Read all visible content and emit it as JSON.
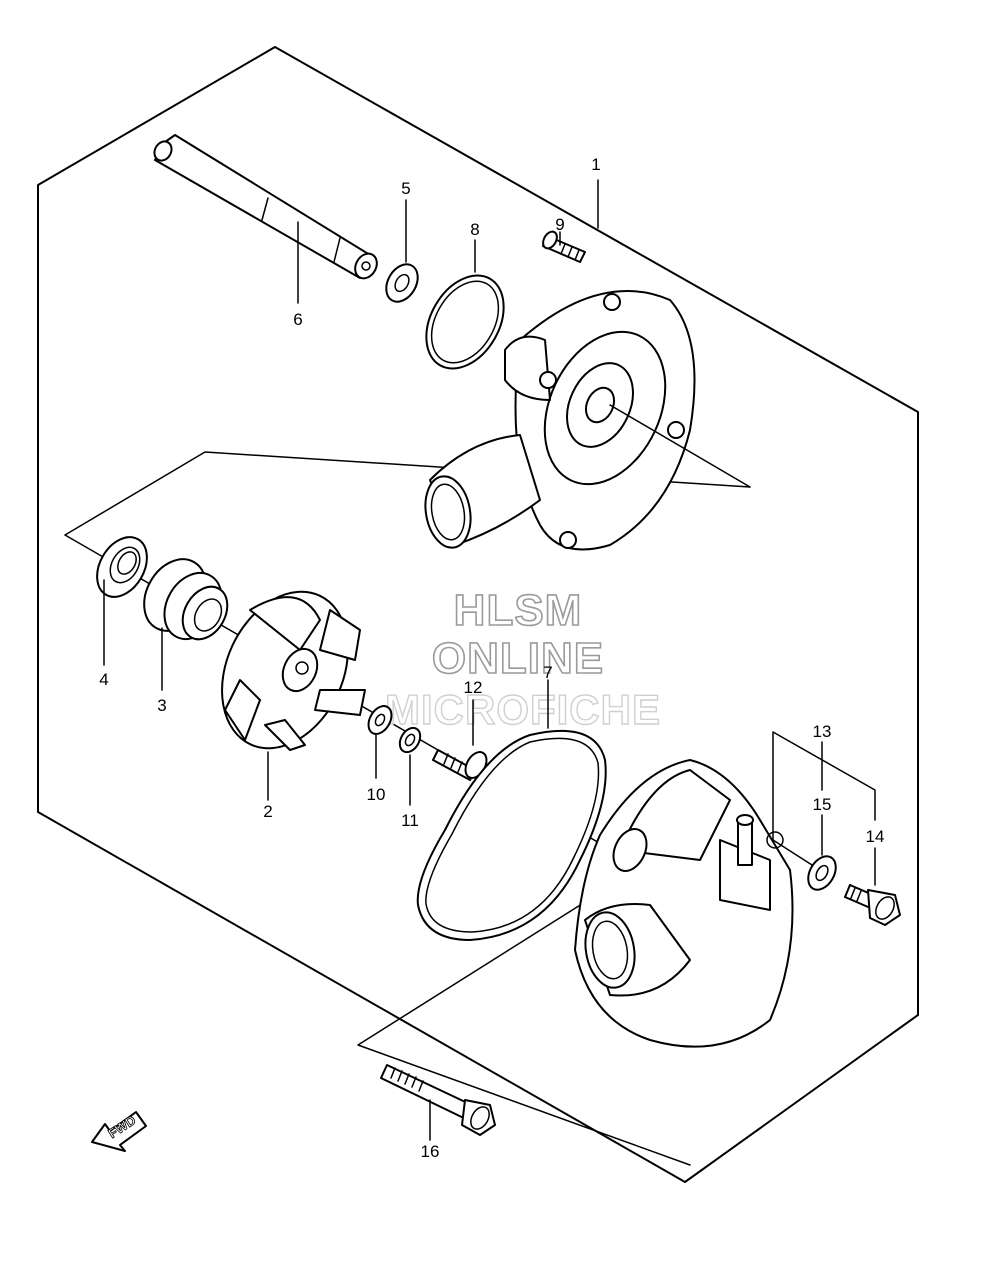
{
  "diagram": {
    "callouts": [
      {
        "id": "p1",
        "label": "1"
      },
      {
        "id": "p2",
        "label": "2"
      },
      {
        "id": "p3",
        "label": "3"
      },
      {
        "id": "p4",
        "label": "4"
      },
      {
        "id": "p5",
        "label": "5"
      },
      {
        "id": "p6",
        "label": "6"
      },
      {
        "id": "p7",
        "label": "7"
      },
      {
        "id": "p8",
        "label": "8"
      },
      {
        "id": "p9",
        "label": "9"
      },
      {
        "id": "p10",
        "label": "10"
      },
      {
        "id": "p11",
        "label": "11"
      },
      {
        "id": "p12",
        "label": "12"
      },
      {
        "id": "p13",
        "label": "13"
      },
      {
        "id": "p14",
        "label": "14"
      },
      {
        "id": "p15",
        "label": "15"
      },
      {
        "id": "p16",
        "label": "16"
      }
    ],
    "watermark": {
      "line1": "HLSM",
      "line2": "ONLINE",
      "line3": "MICROFICHE"
    },
    "direction_label": "FWD"
  }
}
